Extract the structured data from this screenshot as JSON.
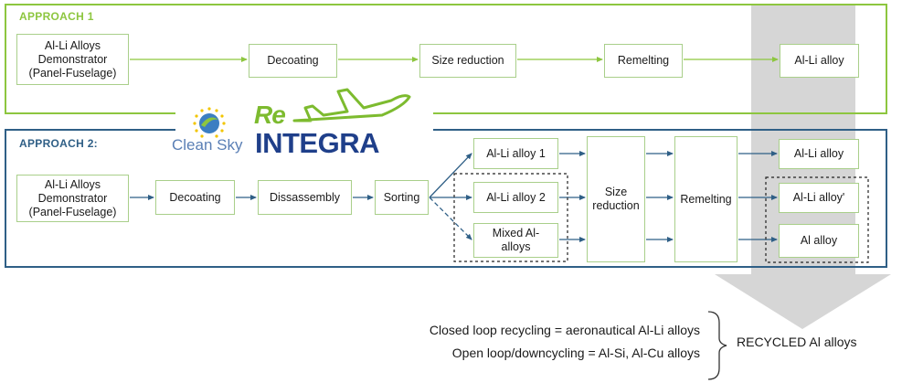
{
  "approach1": {
    "title": "APPROACH 1",
    "steps": [
      "Al-Li Alloys\nDemonstrator\n(Panel-Fuselage)",
      "Decoating",
      "Size reduction",
      "Remelting",
      "Al-Li alloy"
    ]
  },
  "approach2": {
    "title": "APPROACH 2:",
    "source": "Al-Li Alloys\nDemonstrator\n(Panel-Fuselage)",
    "decoating": "Decoating",
    "disassembly": "Dissassembly",
    "sorting": "Sorting",
    "sorted": [
      "Al-Li alloy 1",
      "Al-Li alloy 2",
      "Mixed Al-\nalloys"
    ],
    "size_reduction": "Size\nreduction",
    "remelting": "Remelting",
    "outputs": [
      "Al-Li alloy",
      "Al-Li alloy'",
      "Al alloy"
    ]
  },
  "logos": {
    "clean_sky": "Clean Sky",
    "reintegra_re": "Re",
    "reintegra_name": "INTEGRA"
  },
  "legend": {
    "closed_loop": "Closed loop recycling = aeronautical Al-Li alloys",
    "open_loop": "Open loop/downcycling = Al-Si, Al-Cu alloys",
    "result": "RECYCLED Al alloys"
  },
  "colors": {
    "approach1_border": "#8dc63f",
    "approach2_border": "#2f5f86",
    "title1": "#8dc63f",
    "title2": "#2f5f86",
    "arrow": "#2f5f86",
    "box_border": "#a9cf8a",
    "reintegra_green": "#7dbb2f",
    "reintegra_blue": "#1f3f8a",
    "cleansky_blue": "#5a7fb5",
    "band": "#d6d6d6"
  }
}
